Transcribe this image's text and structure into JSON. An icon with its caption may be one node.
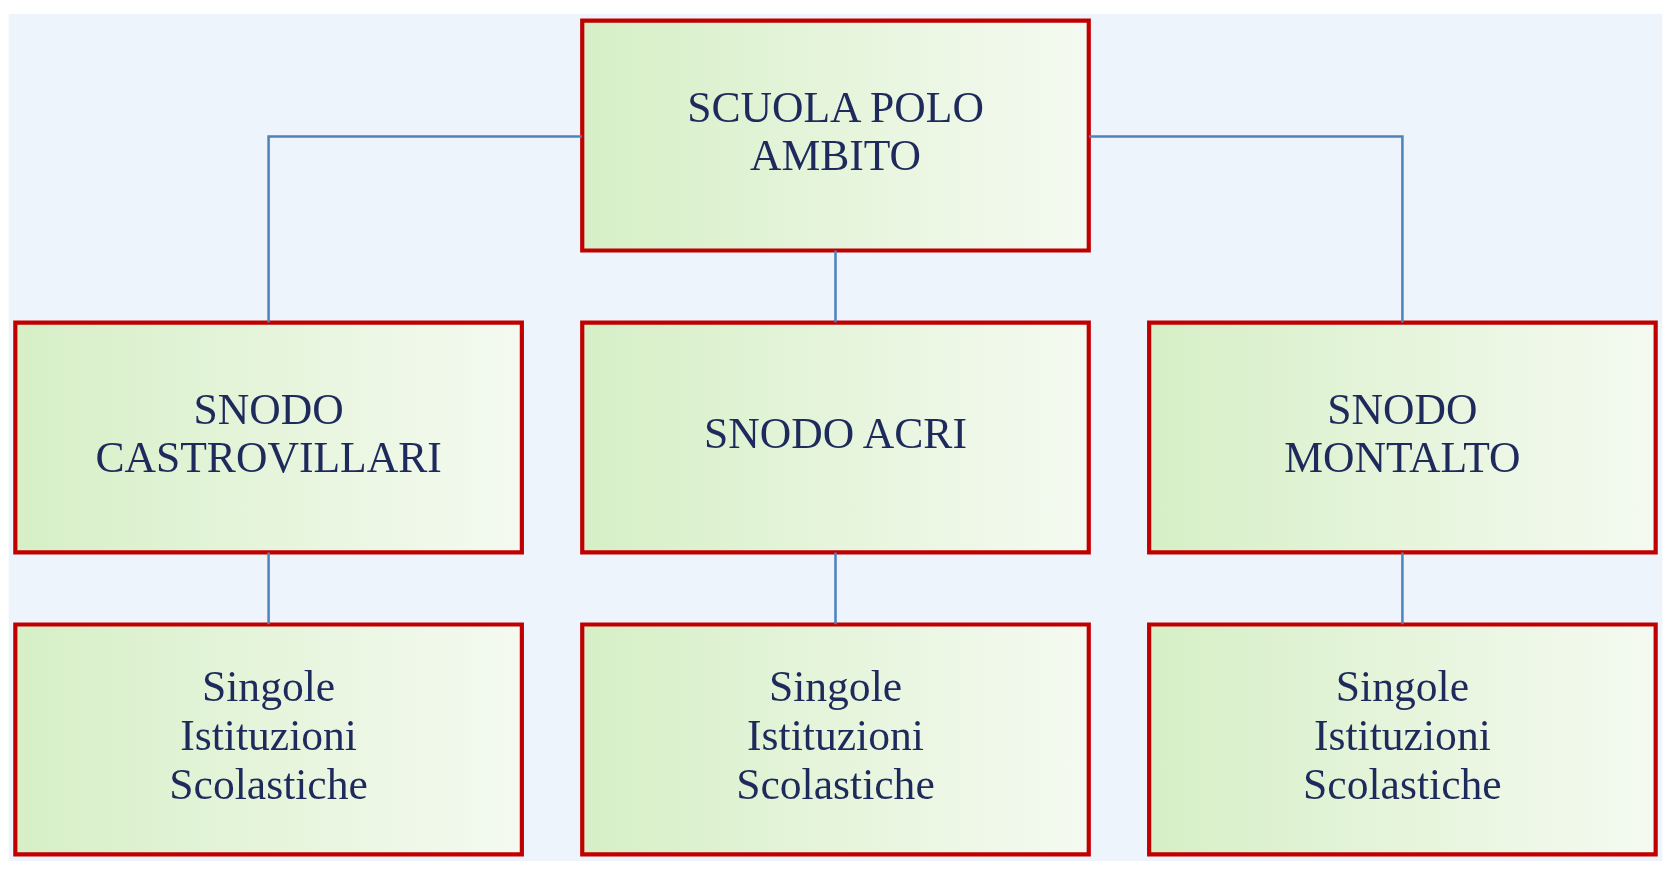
{
  "diagram": {
    "nodes": [
      {
        "text": [
          "SCUOLA POLO AMBITO"
        ]
      },
      {
        "text": [
          "SNODO CASTROVILLARI"
        ]
      },
      {
        "text": [
          "SNODO ACRI"
        ]
      },
      {
        "text": [
          "SNODO MONTALTO"
        ]
      },
      {
        "text": [
          "Singole Istituzioni Scolastiche"
        ]
      },
      {
        "text": [
          "Singole Istituzioni Scolastiche"
        ]
      },
      {
        "text": [
          "Singole Istituzioni Scolastiche"
        ]
      }
    ],
    "edges": [
      {
        "from": 0,
        "to": 1,
        "arrow": "none"
      },
      {
        "from": 0,
        "to": 2,
        "arrow": "none"
      },
      {
        "from": 0,
        "to": 3,
        "arrow": "none"
      },
      {
        "from": 1,
        "to": 4,
        "arrow": "none"
      },
      {
        "from": 2,
        "to": 5,
        "arrow": "none"
      },
      {
        "from": 3,
        "to": 6,
        "arrow": "none"
      }
    ]
  }
}
